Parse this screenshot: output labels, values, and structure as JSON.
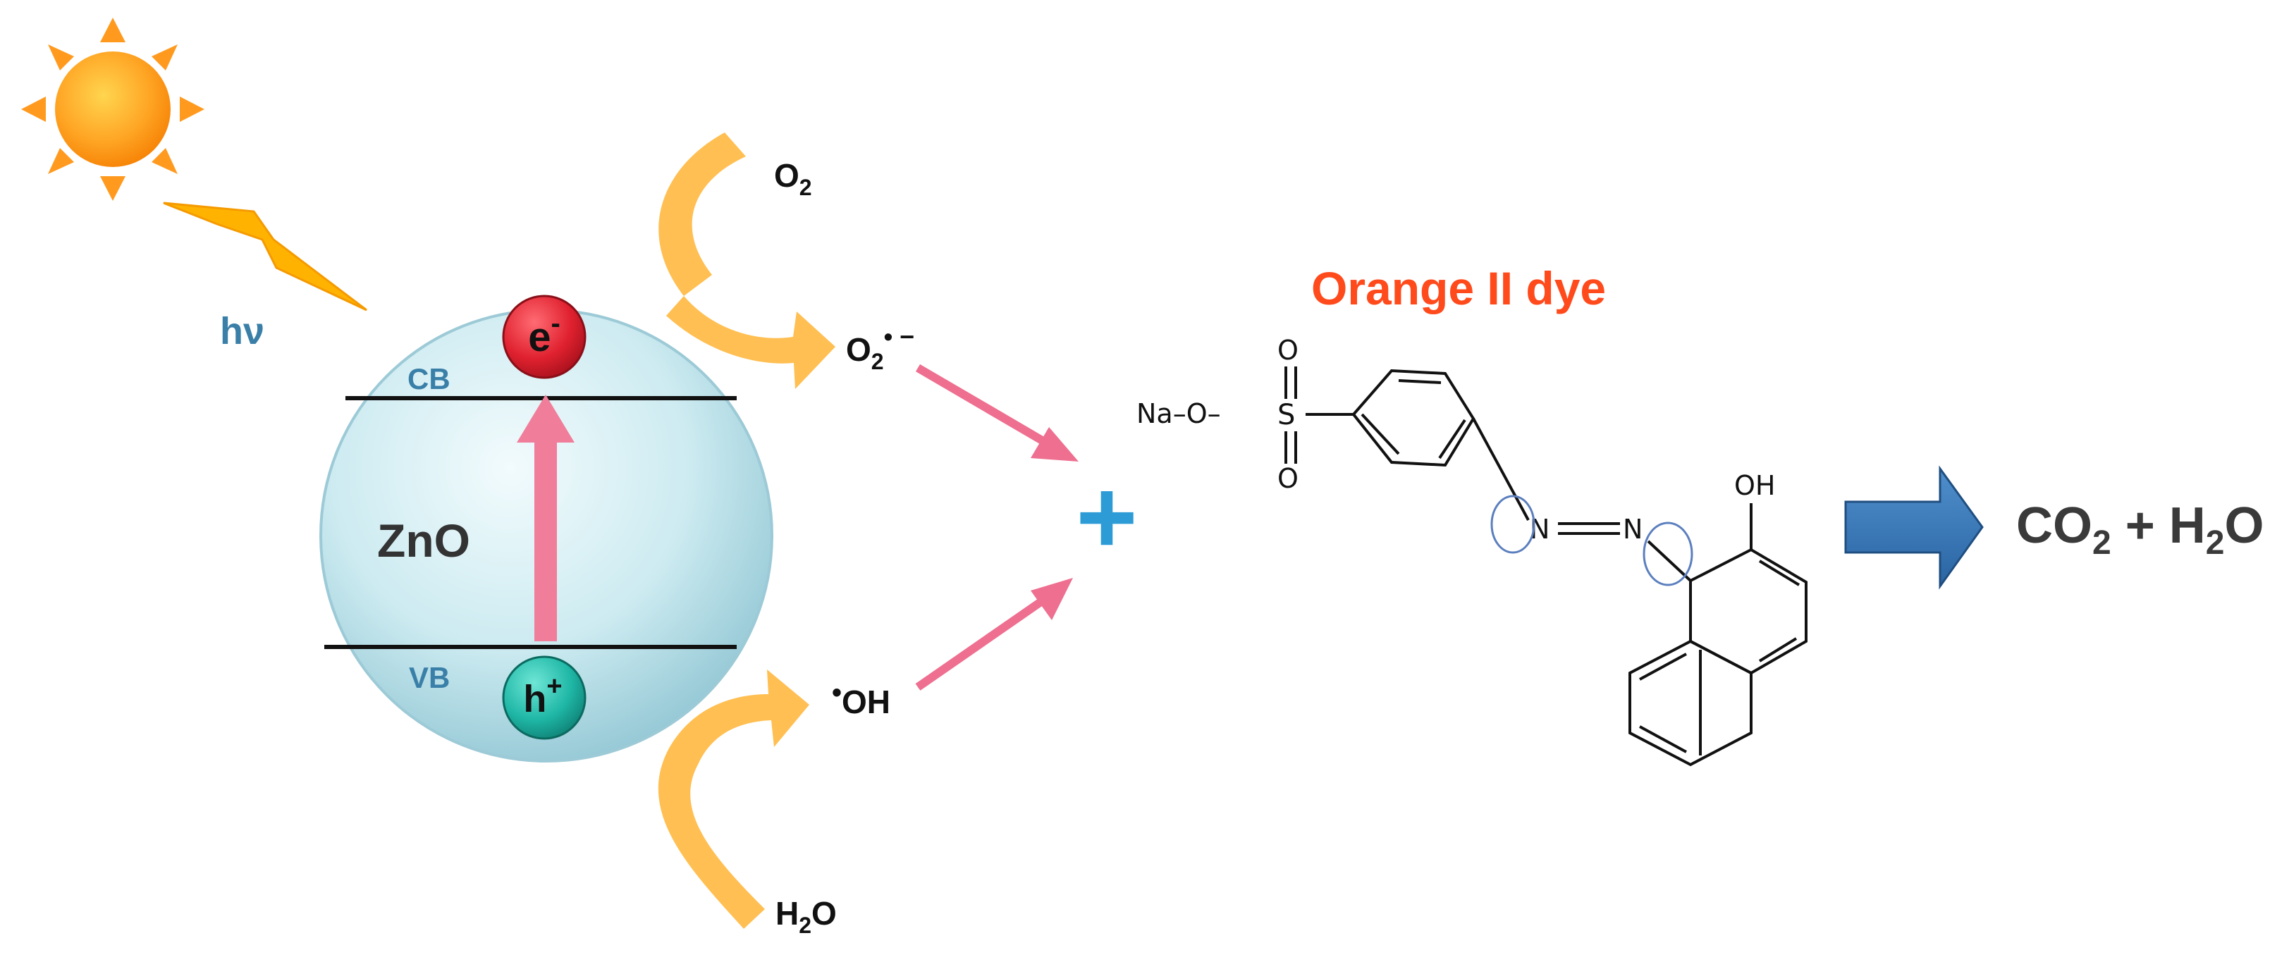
{
  "diagram": {
    "light_label": "hν",
    "particle_label": "ZnO",
    "cb_label": "CB",
    "vb_label": "VB",
    "electron": {
      "symbol": "e",
      "charge": "-"
    },
    "hole": {
      "symbol": "h",
      "charge": "+"
    },
    "oxygen": {
      "base": "O",
      "sub": "2"
    },
    "superoxide": {
      "base": "O",
      "sub": "2",
      "sup": "• −"
    },
    "hydroxyl": {
      "dot": "•",
      "base": "OH"
    },
    "water_in": {
      "h": "H",
      "sub": "2",
      "rest": "O"
    },
    "plus": "+",
    "dye_title": "Orange II dye",
    "structure": {
      "na": "Na",
      "dash1": "–",
      "o_link": "O",
      "dash2": "–",
      "s": "S",
      "o_top": "O",
      "o_bottom": "O",
      "n1": "N",
      "n2": "N",
      "oh": "OH"
    },
    "products": {
      "co": "CO",
      "sub1": "2",
      "plus": " + H",
      "sub2": "2",
      "o": "O"
    }
  },
  "colors": {
    "sun": "#FFA726",
    "bolt": "#FFB300",
    "curved_arrow": "#FFBF52",
    "particle": "#BFE3EA",
    "band_label": "#3A7FA8",
    "electron": "#E0212F",
    "hole": "#1FB7A6",
    "excitation_arrow": "#F07E9A",
    "pink_arrow": "#EE6F8F",
    "plus": "#2D9BD6",
    "dye_title": "#FF4A1C",
    "product_arrow": "#2E75B6",
    "ink": "#1A1A1A"
  }
}
